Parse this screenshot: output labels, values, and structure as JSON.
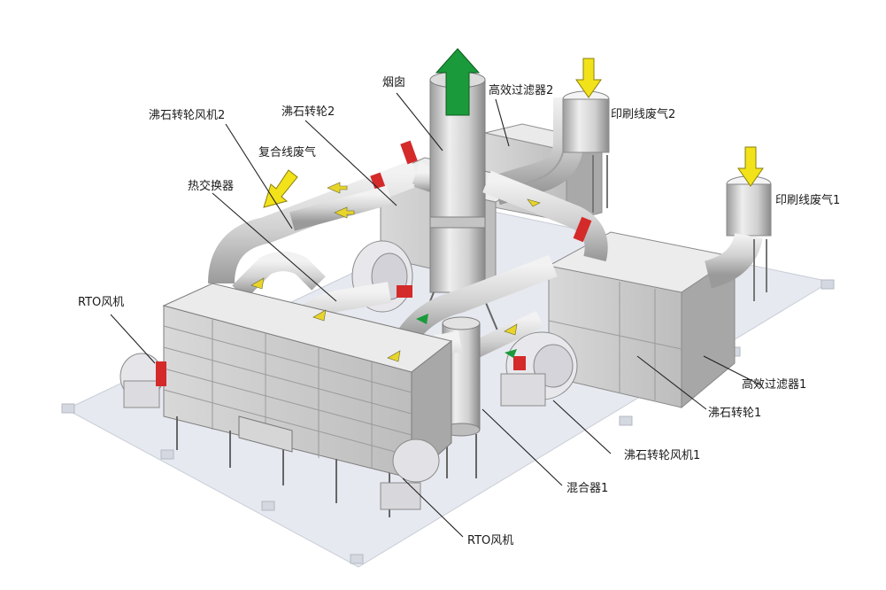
{
  "labels": {
    "chimney": "烟囱",
    "hepa_filter_2": "高效过滤器2",
    "print_exhaust_2": "印刷线废气2",
    "print_exhaust_1": "印刷线废气1",
    "zeolite_wheel_fan_2": "沸石转轮风机2",
    "zeolite_wheel_2": "沸石转轮2",
    "composite_exhaust": "复合线废气",
    "heat_exchanger": "热交换器",
    "rto_fan_left": "RTO风机",
    "hepa_filter_1": "高效过滤器1",
    "zeolite_wheel_1": "沸石转轮1",
    "zeolite_wheel_fan_1": "沸石转轮风机1",
    "mixer_1": "混合器1",
    "rto_fan_bottom": "RTO风机"
  },
  "colors": {
    "outlet_arrow": "#1a9a3a",
    "inlet_arrow": "#f2e21a",
    "flange_red": "#d42a2a",
    "equipment_light": "#e4e4e4",
    "equipment_mid": "#c8c8c8",
    "equipment_dark": "#9a9a9a",
    "base_plate": "#e6e9f0"
  },
  "icons": {
    "outlet": "green-up-arrow",
    "inlet": "yellow-down-arrow"
  }
}
